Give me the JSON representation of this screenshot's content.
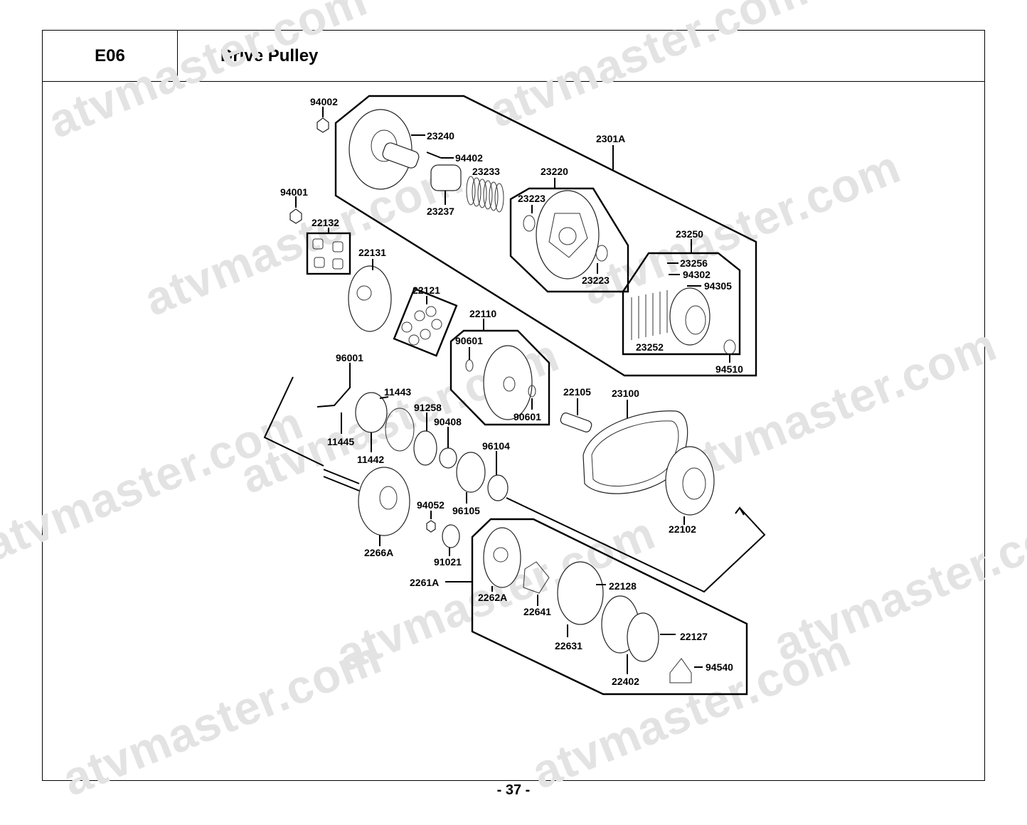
{
  "header": {
    "code": "E06",
    "title": "Drive Pulley"
  },
  "footer": {
    "page": "- 37 -"
  },
  "watermark": "atvmaster.com",
  "labels": {
    "p94002": "94002",
    "p23240": "23240",
    "p94402": "94402",
    "p23233": "23233",
    "p23237": "23237",
    "p2301A": "2301A",
    "p23220": "23220",
    "p23223a": "23223",
    "p23223b": "23223",
    "p94001": "94001",
    "p22132": "22132",
    "p22131": "22131",
    "p22121": "22121",
    "p23250": "23250",
    "p23256": "23256",
    "p94302": "94302",
    "p94305": "94305",
    "p23252": "23252",
    "p94510": "94510",
    "p22110": "22110",
    "p90601a": "90601",
    "p90601b": "90601",
    "p96001": "96001",
    "p11443": "11443",
    "p91258": "91258",
    "p90408": "90408",
    "p96104": "96104",
    "p11445": "11445",
    "p11442": "11442",
    "p22105": "22105",
    "p23100": "23100",
    "p94052": "94052",
    "p96105": "96105",
    "p22102": "22102",
    "p2266A": "2266A",
    "p91021": "91021",
    "p2261A": "2261A",
    "p2262A": "2262A",
    "p22128": "22128",
    "p22641": "22641",
    "p22631": "22631",
    "p22127": "22127",
    "p94540": "94540",
    "p22402": "22402"
  }
}
